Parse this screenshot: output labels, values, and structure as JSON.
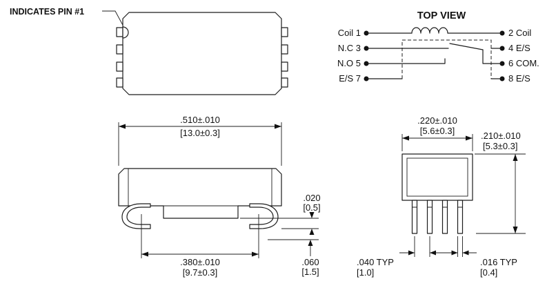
{
  "callout": {
    "pin1": "INDICATES PIN #1"
  },
  "schematic": {
    "title": "TOP VIEW",
    "rows": [
      {
        "left": "Coil 1",
        "right": "2 Coil"
      },
      {
        "left": "N.C 3",
        "right": "4 E/S"
      },
      {
        "left": "N.O 5",
        "right": "6 COM."
      },
      {
        "left": "E/S 7",
        "right": "8 E/S"
      }
    ]
  },
  "side_view": {
    "width_in": ".510±.010",
    "width_mm": "[13.0±0.3]",
    "standoff_in": ".020",
    "standoff_mm": "[0.5]",
    "lead_height_in": ".060",
    "lead_height_mm": "[1.5]",
    "lead_span_in": ".380±.010",
    "lead_span_mm": "[9.7±0.3]"
  },
  "end_view": {
    "width_in": ".220±.010",
    "width_mm": "[5.6±0.3]",
    "height_in": ".210±.010",
    "height_mm": "[5.3±0.3]",
    "pitch_in": ".040 TYP",
    "pitch_mm": "[1.0]",
    "lead_width_in": ".016 TYP",
    "lead_width_mm": "[0.4]"
  },
  "colors": {
    "line": "#1c1c1c",
    "text": "#111111",
    "background": "#ffffff"
  }
}
